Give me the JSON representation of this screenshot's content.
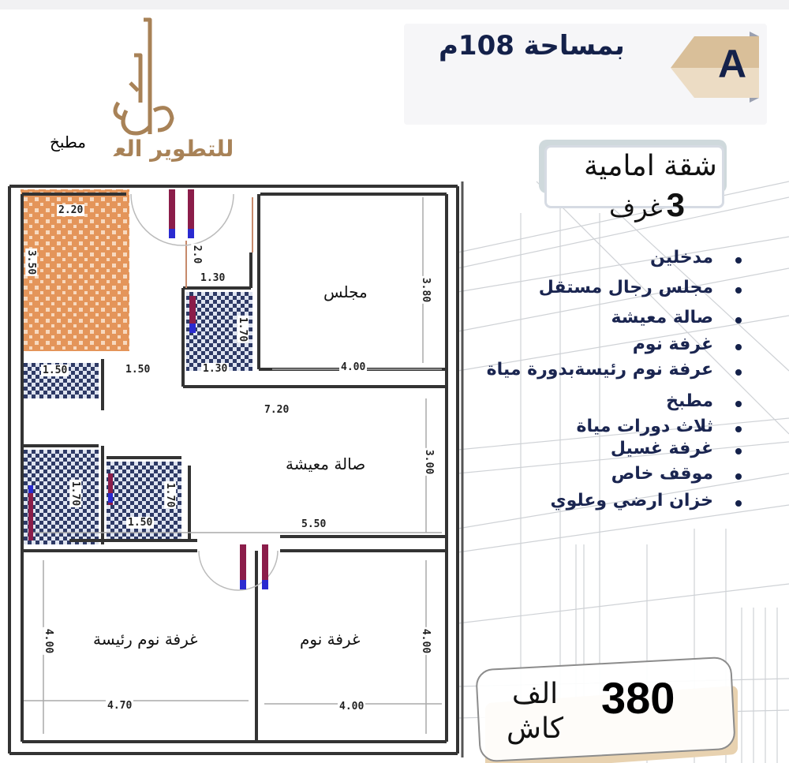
{
  "header": {
    "area_title": "بمساحة 108م",
    "unit_badge": "A"
  },
  "logo": {
    "brand_mark": "باعون",
    "tagline": "للتطوير العقاري"
  },
  "unit_type": {
    "title": "شقة امامية",
    "rooms_count": "3",
    "rooms_word": "غرف"
  },
  "features": [
    "مدخلين",
    "مجلس رجال مستقل",
    "صالة معيشة",
    "غرفة نوم",
    "عرفة نوم رئيسةبدورة مياة",
    "مطبخ",
    "ثلاث دورات مياة",
    "غرفة غسيل",
    "موقف خاص",
    "خزان ارضي وعلوي"
  ],
  "price": {
    "amount": "380",
    "unit_line1": "الف",
    "unit_line2": "كاش"
  },
  "floor_plan": {
    "rooms": {
      "kitchen": "مطبخ",
      "majlis": "مجلس",
      "living": "صالة معيشة",
      "master_bedroom": "غرفة نوم رئيسة",
      "bedroom": "غرفة نوم"
    },
    "dimensions": {
      "kitchen_width": "2.20",
      "kitchen_length": "3.50",
      "corridor": "2.0",
      "bath1_width": "1.30",
      "bath1_length": "1.70",
      "bath1_bottom": "1.30",
      "laundry_width": "1.50",
      "hall_gap": "1.50",
      "majlis_length": "3.80",
      "majlis_width": "4.00",
      "living_top": "7.20",
      "living_length": "3.00",
      "living_width": "5.50",
      "bath2_length": "1.70",
      "bath3_length": "1.70",
      "bath3_width": "1.50",
      "master_length": "4.00",
      "master_width": "4.70",
      "bedroom_length": "4.00",
      "bedroom_width": "4.00"
    }
  },
  "colors": {
    "navy": "#14214a",
    "gold": "#a88257",
    "badge_tan": "#d9bf99",
    "kitchen_orange": "#e4955a",
    "tile_blue": "#3a4a7a"
  }
}
